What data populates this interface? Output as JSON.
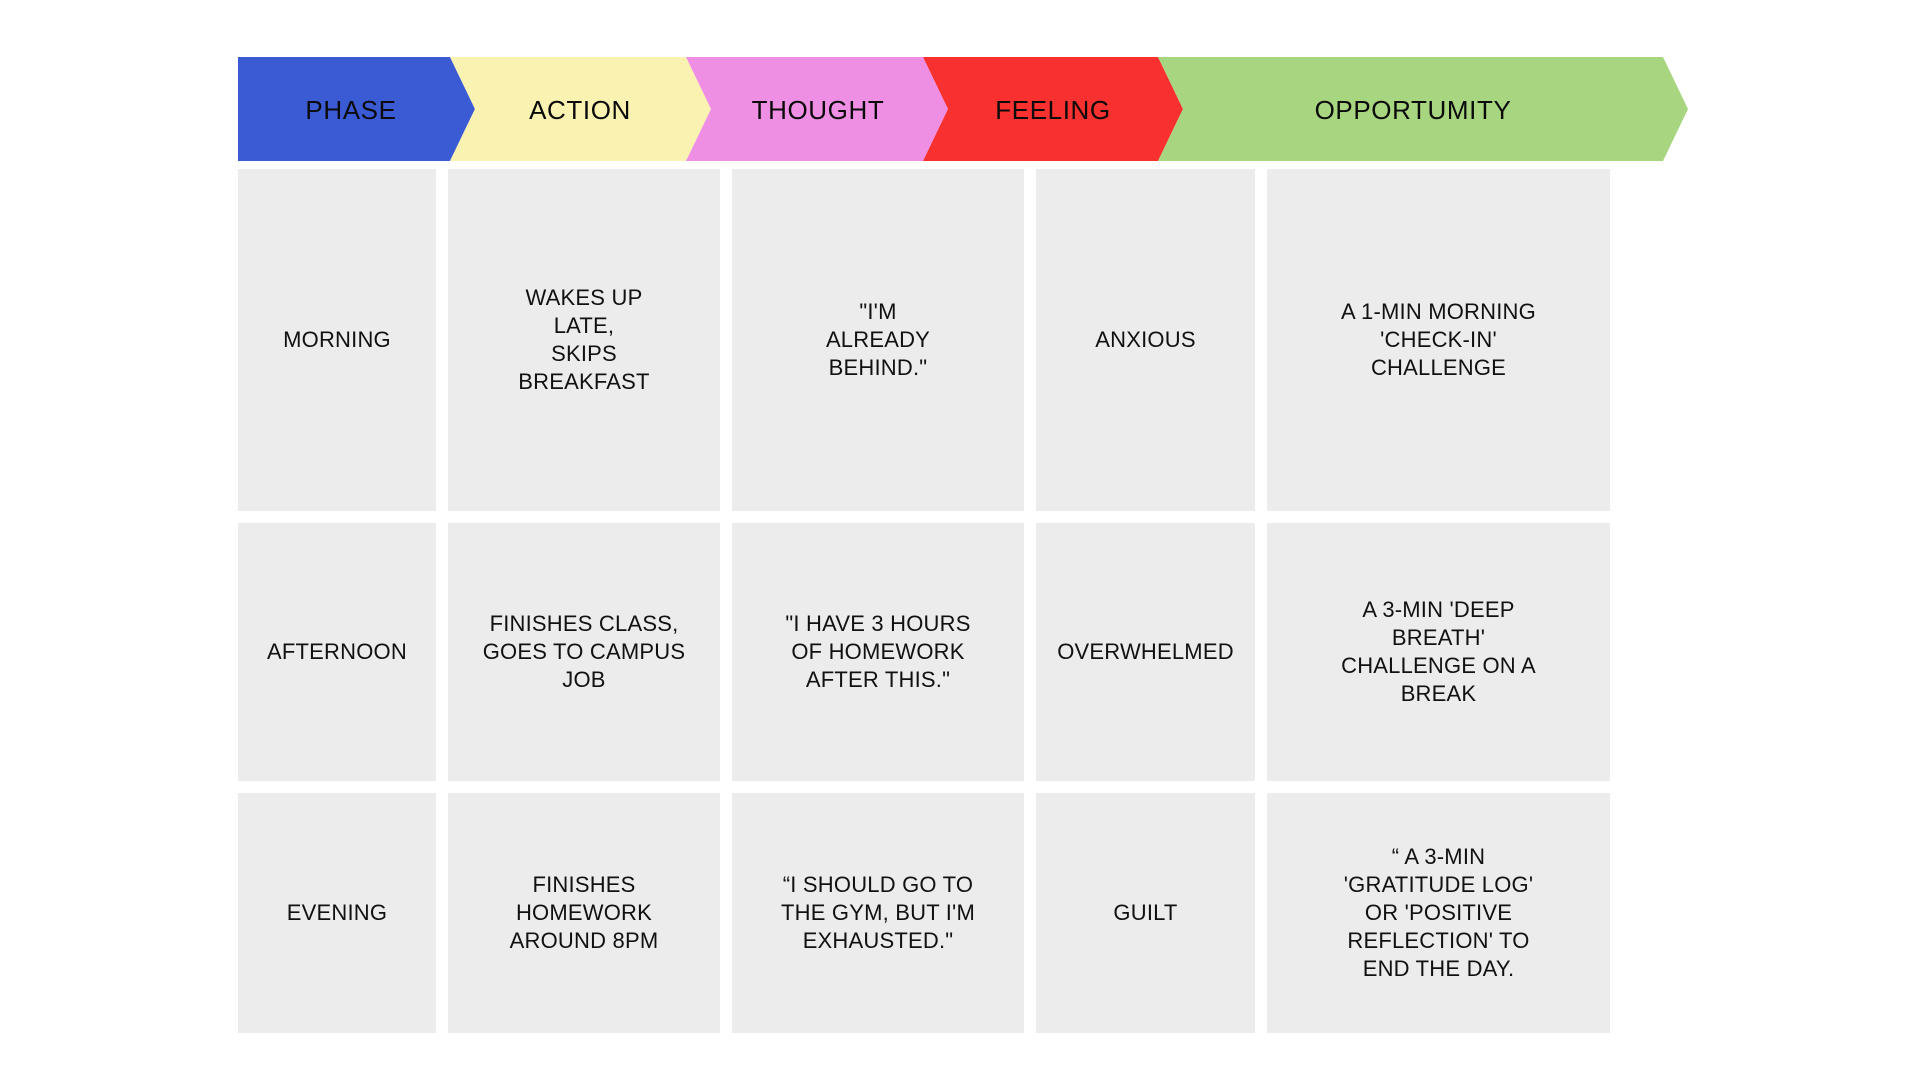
{
  "header": {
    "columns": [
      {
        "label": "PHASE",
        "color": "#3B5BD5"
      },
      {
        "label": "ACTION",
        "color": "#FAF2B0"
      },
      {
        "label": "THOUGHT",
        "color": "#EF8FE4"
      },
      {
        "label": "FEELING",
        "color": "#F83030"
      },
      {
        "label": "OPPORTUMITY",
        "color": "#A8D580"
      }
    ]
  },
  "table": {
    "rows": [
      {
        "phase": "MORNING",
        "action": "WAKES UP\nLATE,\nSKIPS\nBREAKFAST",
        "thought": "\"I'M\nALREADY\nBEHIND.\"",
        "feeling": "ANXIOUS",
        "opportunity": "A 1-MIN MORNING\n'CHECK-IN'\nCHALLENGE"
      },
      {
        "phase": "AFTERNOON",
        "action": "FINISHES CLASS,\nGOES TO CAMPUS\nJOB",
        "thought": "\"I HAVE 3 HOURS\nOF HOMEWORK\nAFTER THIS.\"",
        "feeling": "OVERWHELMED",
        "opportunity": "A 3-MIN 'DEEP\nBREATH'\nCHALLENGE ON A\nBREAK"
      },
      {
        "phase": "EVENING",
        "action": "FINISHES\nHOMEWORK\nAROUND 8PM",
        "thought": "“I SHOULD GO TO\nTHE GYM, BUT I'M\nEXHAUSTED.\"",
        "feeling": "GUILT",
        "opportunity": "“ A 3-MIN\n'GRATITUDE LOG'\nOR 'POSITIVE\nREFLECTION' TO\nEND THE DAY."
      }
    ]
  },
  "theme": {
    "cell_background": "#ECECEC",
    "page_background": "#FFFFFF",
    "text_color": "#111111"
  }
}
